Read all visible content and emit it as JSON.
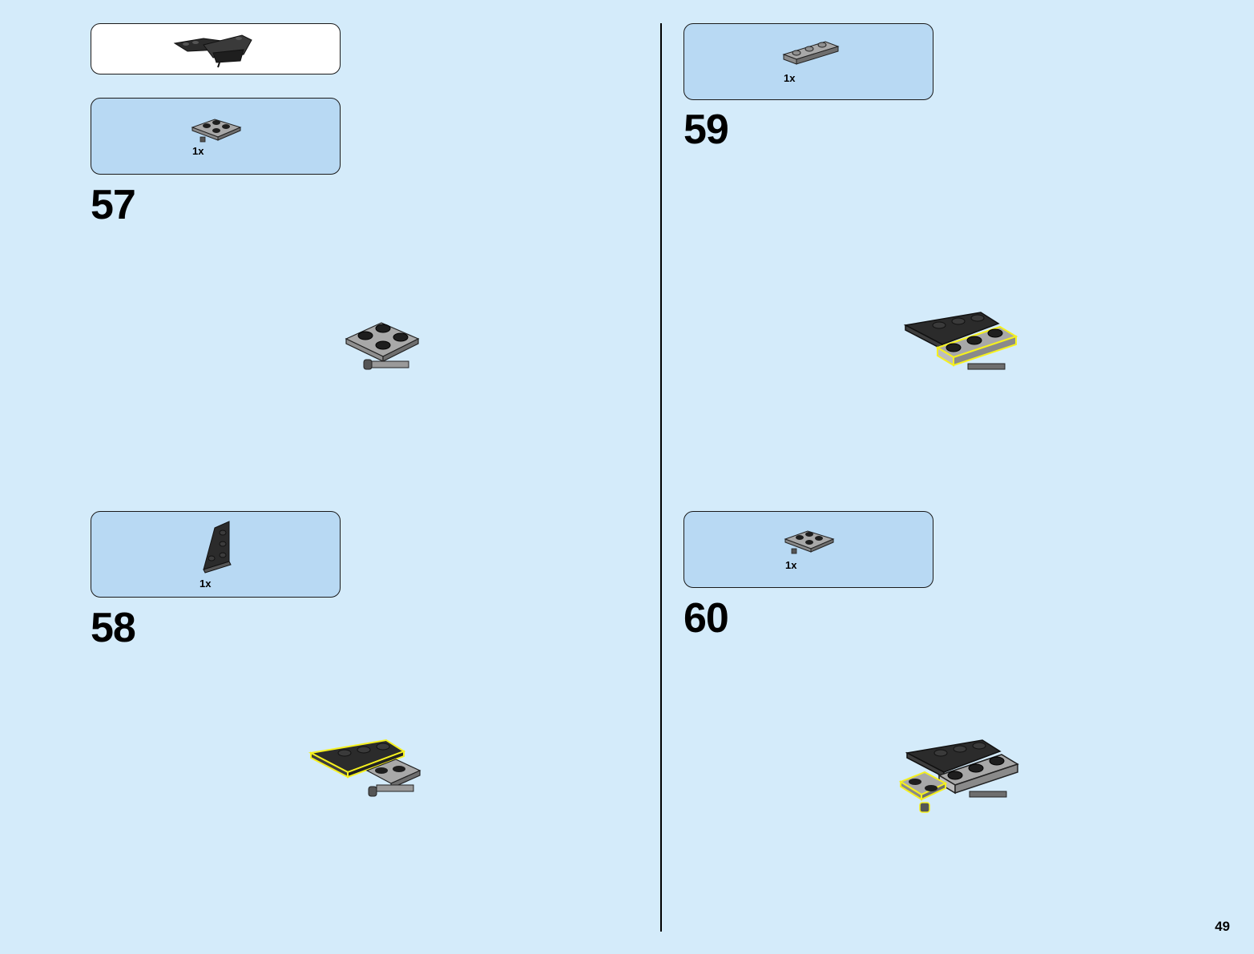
{
  "steps": [
    {
      "number": "57",
      "parts": [
        {
          "qty": "1x",
          "part_icon": "plate-2x2-bracket-icon"
        }
      ]
    },
    {
      "number": "58",
      "parts": [
        {
          "qty": "1x",
          "part_icon": "wedge-plate-left-icon"
        }
      ]
    },
    {
      "number": "59",
      "parts": [
        {
          "qty": "1x",
          "part_icon": "plate-1x3-icon"
        }
      ]
    },
    {
      "number": "60",
      "parts": [
        {
          "qty": "1x",
          "part_icon": "plate-2x2-bracket-icon"
        }
      ]
    }
  ],
  "subassembly_icon": "wing-subassembly-icon",
  "page_number": "49",
  "colors": {
    "background": "#d4ebfa",
    "parts_box": "#b8d9f3",
    "subassembly_box": "#ffffff",
    "highlight": "#f5f01e",
    "brick_dark": "#2b2b2b",
    "brick_light": "#a8a8a8"
  }
}
